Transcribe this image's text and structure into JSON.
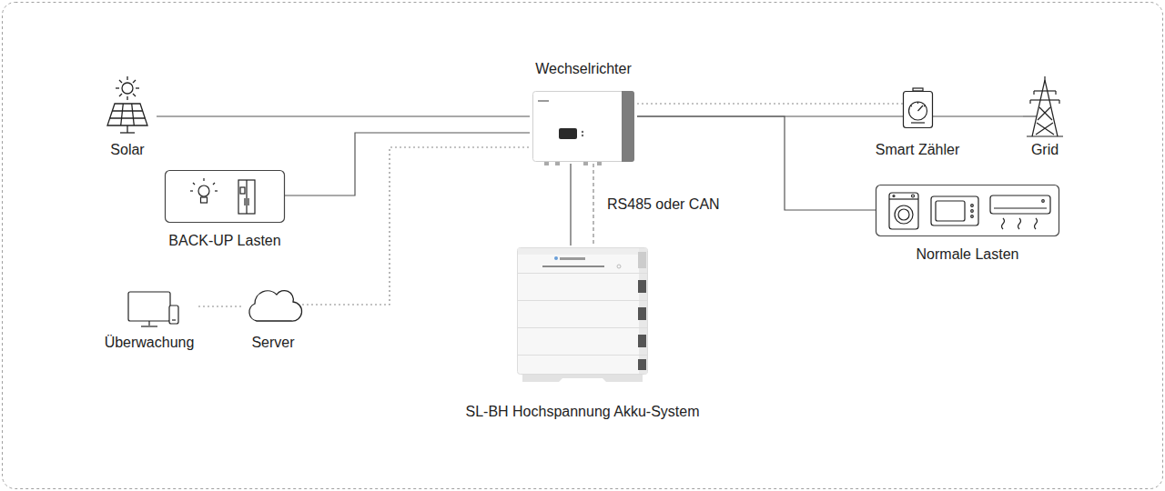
{
  "diagram": {
    "nodes": [
      {
        "text": [
          "Solar"
        ]
      },
      {
        "text": [
          "Wechselrichter"
        ]
      },
      {
        "text": [
          "Smart Zähler"
        ]
      },
      {
        "text": [
          "Grid"
        ]
      },
      {
        "text": [
          "BACK-UP Lasten"
        ]
      },
      {
        "text": [
          "Normale Lasten"
        ]
      },
      {
        "text": [
          "Überwachung"
        ]
      },
      {
        "text": [
          "Server"
        ]
      },
      {
        "text": [
          "SL-BH Hochspannung Akku-System"
        ]
      }
    ],
    "edges": [
      {
        "from": 0,
        "to": 1,
        "arrow": "none"
      },
      {
        "from": 4,
        "to": 1,
        "arrow": "none"
      },
      {
        "from": 7,
        "to": 1,
        "arrow": "none"
      },
      {
        "from": 6,
        "to": 7,
        "arrow": "none"
      },
      {
        "from": 1,
        "to": 8,
        "arrow": "none"
      },
      {
        "from": 1,
        "to": 8,
        "label": "RS485 oder CAN",
        "arrow": "none"
      },
      {
        "from": 1,
        "to": 2,
        "arrow": "none"
      },
      {
        "from": 1,
        "to": 2,
        "arrow": "none"
      },
      {
        "from": 2,
        "to": 3,
        "arrow": "none"
      },
      {
        "from": 1,
        "to": 5,
        "arrow": "none"
      }
    ]
  }
}
